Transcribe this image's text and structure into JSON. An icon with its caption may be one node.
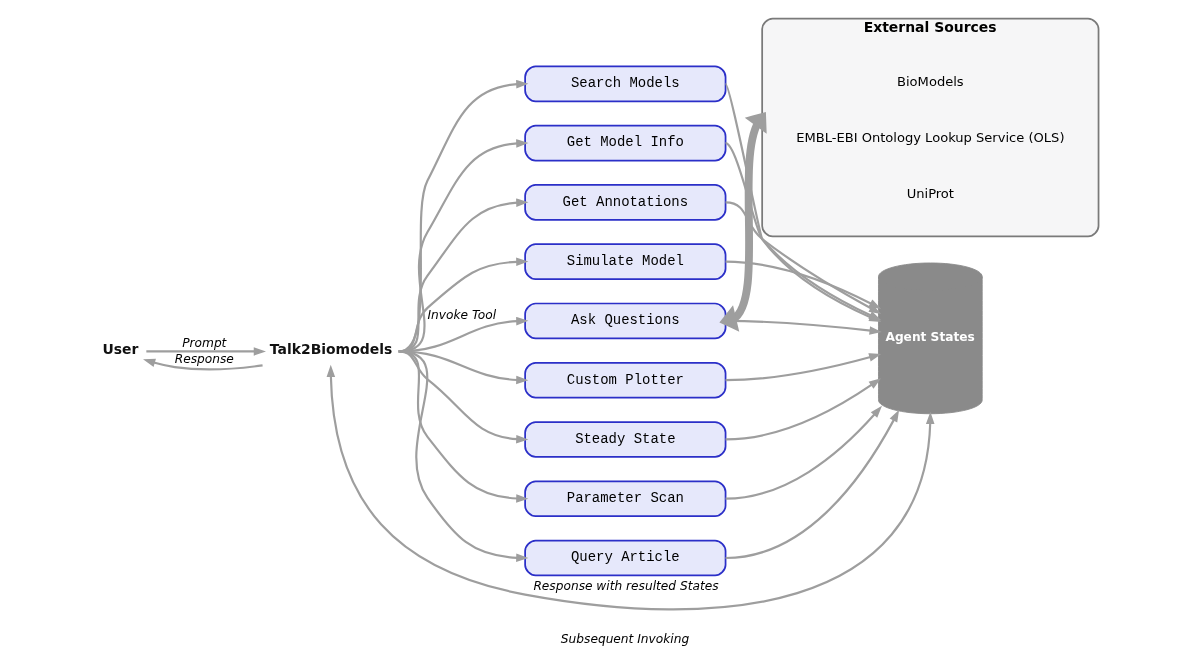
{
  "diagram": {
    "nodes": [
      {
        "text": [
          "User"
        ]
      },
      {
        "text": [
          "Talk2Biomodels"
        ]
      },
      {
        "text": [
          "Search Models"
        ]
      },
      {
        "text": [
          "Get Model Info"
        ]
      },
      {
        "text": [
          "Get Annotations"
        ]
      },
      {
        "text": [
          "Simulate Model"
        ]
      },
      {
        "text": [
          "Ask Questions"
        ]
      },
      {
        "text": [
          "Custom Plotter"
        ]
      },
      {
        "text": [
          "Steady State"
        ]
      },
      {
        "text": [
          "Parameter Scan"
        ]
      },
      {
        "text": [
          "Query Article"
        ]
      },
      {
        "text": [
          "Agent States"
        ]
      },
      {
        "text": [
          "External Sources"
        ]
      },
      {
        "text": [
          "BioModels"
        ],
        "in": 12
      },
      {
        "text": [
          "EMBL-EBI Ontology Lookup Service (OLS)"
        ],
        "in": 12
      },
      {
        "text": [
          "UniProt"
        ],
        "in": 12
      }
    ],
    "edges": [
      {
        "from": 0,
        "to": 1,
        "arrow": "to",
        "label": "Prompt"
      },
      {
        "from": 1,
        "to": 0,
        "arrow": "to",
        "label": "Response"
      },
      {
        "from": 1,
        "to": 2,
        "arrow": "to"
      },
      {
        "from": 1,
        "to": 3,
        "arrow": "to"
      },
      {
        "from": 1,
        "to": 4,
        "arrow": "to"
      },
      {
        "from": 1,
        "to": 5,
        "arrow": "to"
      },
      {
        "from": 1,
        "to": 6,
        "arrow": "to",
        "label": "Invoke Tool"
      },
      {
        "from": 1,
        "to": 7,
        "arrow": "to"
      },
      {
        "from": 1,
        "to": 8,
        "arrow": "to"
      },
      {
        "from": 1,
        "to": 9,
        "arrow": "to"
      },
      {
        "from": 1,
        "to": 10,
        "arrow": "to"
      },
      {
        "from": 2,
        "to": 11,
        "arrow": "to"
      },
      {
        "from": 3,
        "to": 11,
        "arrow": "to"
      },
      {
        "from": 4,
        "to": 11,
        "arrow": "to"
      },
      {
        "from": 5,
        "to": 11,
        "arrow": "to"
      },
      {
        "from": 6,
        "to": 11,
        "arrow": "to"
      },
      {
        "from": 7,
        "to": 11,
        "arrow": "to"
      },
      {
        "from": 8,
        "to": 11,
        "arrow": "to"
      },
      {
        "from": 9,
        "to": 11,
        "arrow": "to"
      },
      {
        "from": 10,
        "to": 11,
        "arrow": "to"
      },
      {
        "from": 11,
        "to": 1,
        "arrow": "both",
        "label": "Response with resulted States"
      },
      {
        "from": 6,
        "to": 12,
        "arrow": "both",
        "style": "thick"
      }
    ],
    "labels": [
      "Subsequent Invoking"
    ]
  }
}
